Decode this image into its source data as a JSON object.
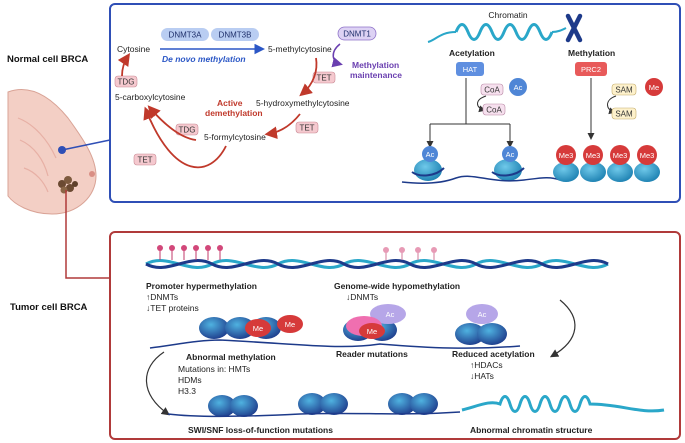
{
  "side": {
    "normal": "Normal cell BRCA",
    "tumor": "Tumor cell BRCA"
  },
  "methylation_cycle": {
    "cytosine": "Cytosine",
    "methylcytosine": "5-methylcytosine",
    "hydroxymethylcytosine": "5-hydroxymethylcytosine",
    "formylcytosine": "5-formylcytosine",
    "carboxylcytosine": "5-carboxylcytosine",
    "dnmt3a": "DNMT3A",
    "dnmt3b": "DNMT3B",
    "de_novo": "De novo methylation",
    "dnmt1": "DNMT1",
    "maint_1": "Methylation",
    "maint_2": "maintenance",
    "active_1": "Active",
    "active_2": "demethylation",
    "tet": "TET",
    "tdg": "TDG"
  },
  "chromatin": {
    "title": "Chromatin",
    "acetylation": "Acetylation",
    "methylation": "Methylation",
    "hat": "HAT",
    "coa": "CoA",
    "ac": "Ac",
    "prc2": "PRC2",
    "sam": "SAM",
    "me": "Me",
    "me3": "Me3"
  },
  "tumor": {
    "promoter_title": "Promoter hypermethylation",
    "promoter_l1": "↑DNMTs",
    "promoter_l2": "↓TET proteins",
    "genome_title": "Genome-wide hypomethylation",
    "genome_l1": "↓DNMTs",
    "abnormal_meth": "Abnormal methylation",
    "mut_l1": "Mutations in: HMTs",
    "mut_l2": "HDMs",
    "mut_l3": "H3.3",
    "reader": "Reader mutations",
    "reduced": "Reduced acetylation",
    "red_l1": "↑HDACs",
    "red_l2": "↓HATs",
    "swi": "SWI/SNF loss-of-function mutations",
    "abn_chrom": "Abnormal chromatin structure",
    "me": "Me",
    "ac": "Ac"
  },
  "colors": {
    "normal_border": "#2f4fb6",
    "tumor_border": "#b03a3a",
    "teal": "#2aa7c9",
    "navy": "#1d3a8a",
    "red_me": "#d63a3a",
    "ac_purple": "#b6a6e8",
    "pink": "#f2c9d1"
  }
}
